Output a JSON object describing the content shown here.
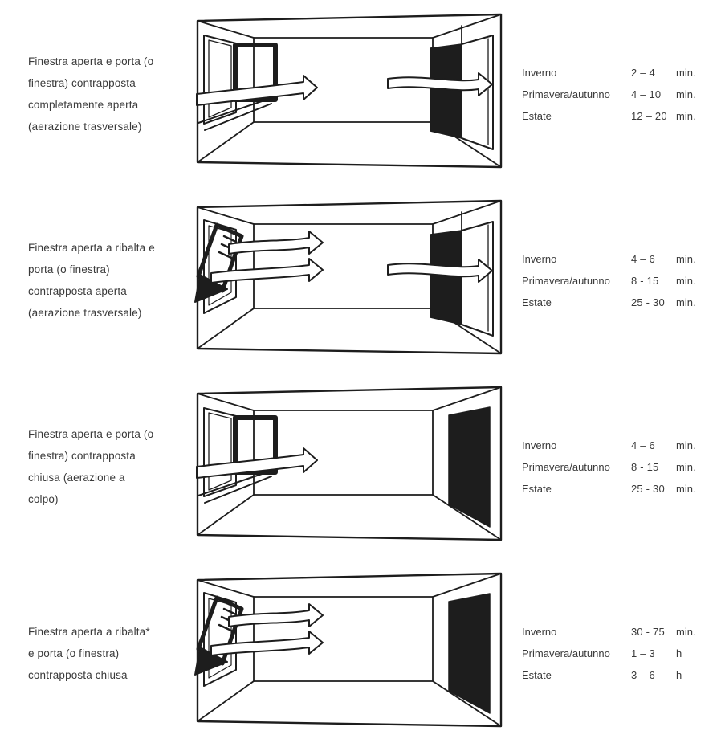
{
  "figure": {
    "ink_color": "#1d1d1d",
    "rows": [
      {
        "description_lines": [
          "Finestra  aperta e porta (o",
          "finestra) contrapposta",
          "completamente aperta",
          "(aerazione trasversale)"
        ],
        "diagram": {
          "window": "casement",
          "door": "open",
          "caption": "finestra aperta, porta contrapposta aperta, aerazione trasversale"
        },
        "times": [
          {
            "season": "Inverno",
            "range": "2 – 4",
            "unit": "min."
          },
          {
            "season": "Primavera/autunno",
            "range": "4 – 10",
            "unit": "min."
          },
          {
            "season": "Estate",
            "range": "12 – 20",
            "unit": "min."
          }
        ]
      },
      {
        "description_lines": [
          "Finestra  aperta a ribalta e",
          "porta (o finestra)",
          "contrapposta aperta",
          "(aerazione trasversale)"
        ],
        "diagram": {
          "window": "tilt",
          "door": "open",
          "caption": "finestra a ribalta, porta contrapposta aperta, aerazione trasversale"
        },
        "times": [
          {
            "season": "Inverno",
            "range": "4 – 6",
            "unit": "min."
          },
          {
            "season": "Primavera/autunno",
            "range": "8 - 15",
            "unit": "min."
          },
          {
            "season": "Estate",
            "range": "25 - 30",
            "unit": "min."
          }
        ]
      },
      {
        "description_lines": [
          "Finestra  aperta e porta (o",
          "finestra) contrapposta",
          "chiusa (aerazione a",
          "colpo)"
        ],
        "diagram": {
          "window": "casement",
          "door": "closed",
          "caption": "finestra aperta, porta contrapposta chiusa, aerazione a colpo"
        },
        "times": [
          {
            "season": "Inverno",
            "range": "4 – 6",
            "unit": "min."
          },
          {
            "season": "Primavera/autunno",
            "range": "8 - 15",
            "unit": "min."
          },
          {
            "season": "Estate",
            "range": "25 - 30",
            "unit": "min."
          }
        ]
      },
      {
        "description_lines": [
          "Finestra  aperta a ribalta*",
          "e porta (o finestra)",
          "contrapposta chiusa"
        ],
        "diagram": {
          "window": "tilt",
          "door": "closed",
          "caption": "finestra a ribalta, porta contrapposta chiusa"
        },
        "times": [
          {
            "season": "Inverno",
            "range": "30 - 75",
            "unit": "min."
          },
          {
            "season": "Primavera/autunno",
            "range": "1 – 3",
            "unit": "h"
          },
          {
            "season": "Estate",
            "range": "3 – 6",
            "unit": "h"
          }
        ]
      }
    ]
  }
}
